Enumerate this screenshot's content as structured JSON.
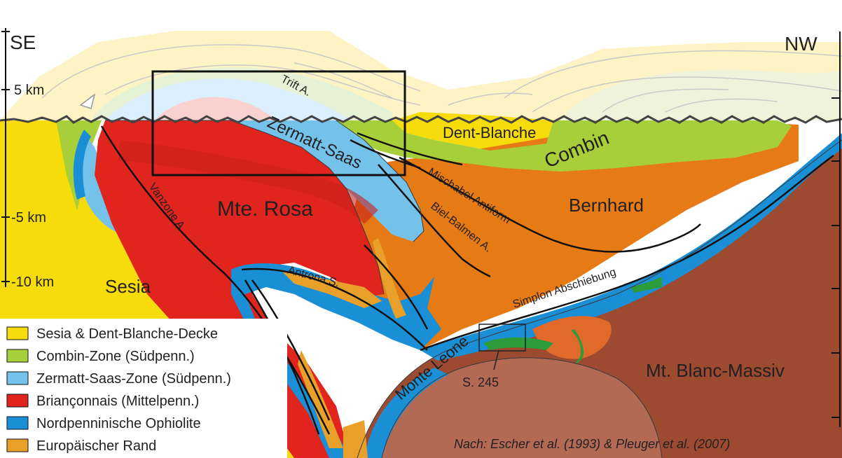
{
  "orientation": {
    "left": "SE",
    "right": "NW"
  },
  "depth_scale": [
    "5 km",
    "-5 km",
    "-10 km"
  ],
  "units": {
    "sesia": "Sesia",
    "mte_rosa": "Mte. Rosa",
    "zermatt_saas": "Zermatt-Saas",
    "dent_blanche": "Dent-Blanche",
    "combin": "Combin",
    "bernhard": "Bernhard",
    "mt_blanc": "Mt. Blanc-Massiv",
    "monte_leone": "Monte Leone"
  },
  "structures": {
    "trift": "Trift A.",
    "vanzone": "Vanzone A.",
    "mischabel": "Mischabel Antiform",
    "biel_balmen": "Biel-Balmen A.",
    "antrona": "Antrona S.",
    "simplon": "Simplon Abschiebung",
    "sample": "S. 245"
  },
  "legend": [
    {
      "label": "Sesia & Dent-Blanche-Decke",
      "color": "#f7dc0b"
    },
    {
      "label": "Combin-Zone (Südpenn.)",
      "color": "#a7cf3a"
    },
    {
      "label": "Zermatt-Saas-Zone (Südpenn.)",
      "color": "#74c1ea"
    },
    {
      "label": "Briançonnais (Mittelpenn.)",
      "color": "#e0251f"
    },
    {
      "label": "Nordpenninische  Ophiolite",
      "color": "#1a8fd6"
    },
    {
      "label": "Europäischer Rand",
      "color": "#e8a02b"
    }
  ],
  "credit": "Nach: Escher et al. (1993) & Pleuger et al. (2007)"
}
